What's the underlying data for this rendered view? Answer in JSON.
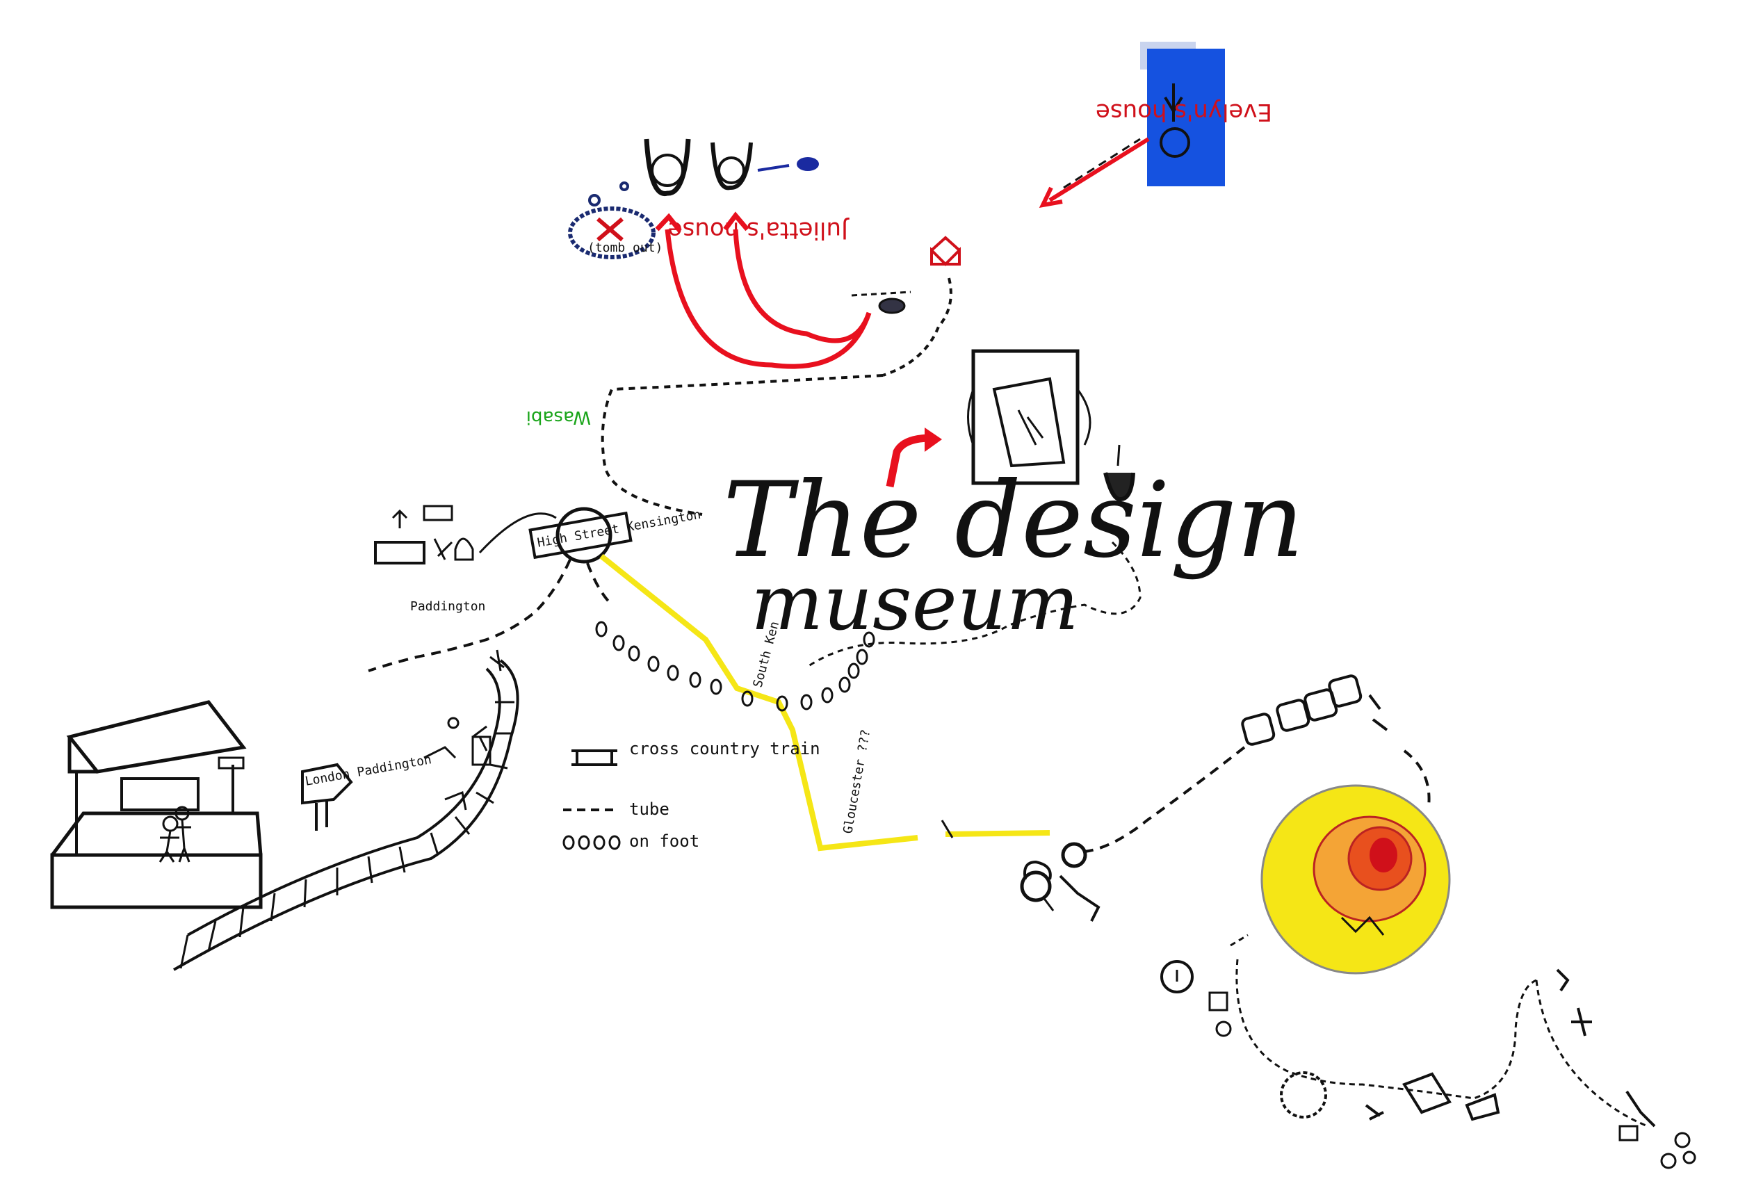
{
  "title": {
    "line1": "The design",
    "line2": "museum"
  },
  "labels": {
    "juliettas_house": "Julietta's house",
    "evelyns_house": "Evelyn's house",
    "wasabi": "Wasabi",
    "high_street_kensington": "High Street Kensington",
    "paddington": "Paddington",
    "london_paddington": "London Paddington",
    "tomb_out": "(tomb out)",
    "south_ken": "South Ken",
    "gloucester": "Gloucester ???"
  },
  "legend": [
    {
      "symbol": "cross-country-train",
      "label": "cross country train"
    },
    {
      "symbol": "tube",
      "label": "tube"
    },
    {
      "symbol": "on-foot",
      "label": "on foot"
    }
  ],
  "colors": {
    "red": "#e8101e",
    "yellow": "#f5e616",
    "blue": "#1552e0",
    "green": "#1aa51a",
    "ink": "#111111"
  }
}
